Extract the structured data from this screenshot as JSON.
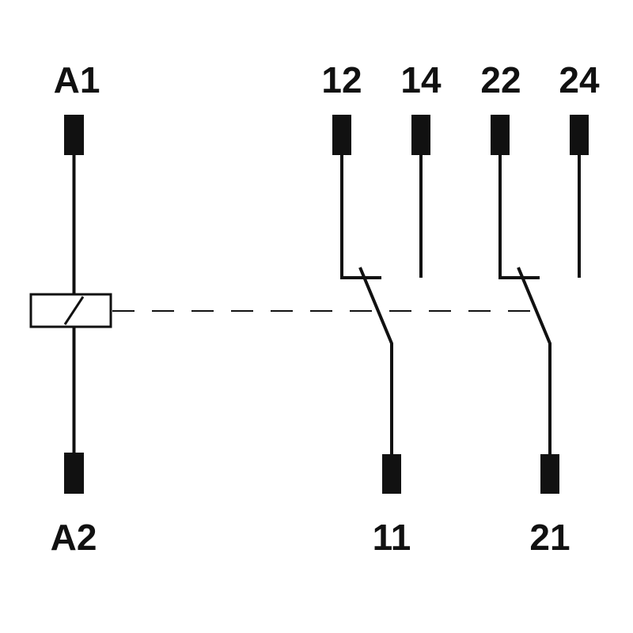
{
  "terminals": {
    "a1": "A1",
    "a2": "A2",
    "t12": "12",
    "t14": "14",
    "t22": "22",
    "t24": "24",
    "t11": "11",
    "t21": "21"
  },
  "colors": {
    "ink": "#111111",
    "background": "#ffffff"
  }
}
